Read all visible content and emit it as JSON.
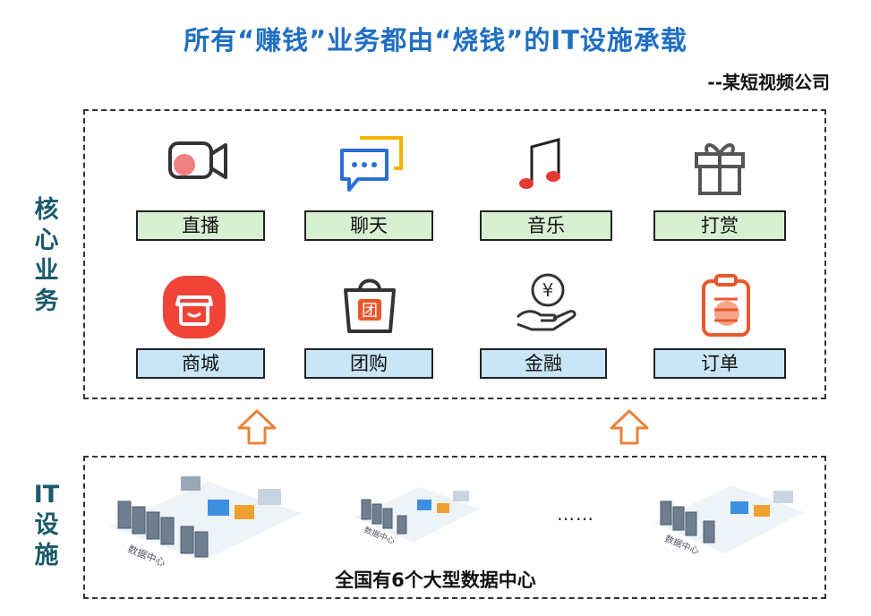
{
  "title": "所有“赚钱”业务都由“烧钱”的IT设施承载",
  "source": "--某短视频公司",
  "core_label": [
    "核",
    "心",
    "业",
    "务"
  ],
  "it_label": [
    "IT",
    "设",
    "施"
  ],
  "services_row1": [
    {
      "label": "直播",
      "icon": "video-camera-icon"
    },
    {
      "label": "聊天",
      "icon": "chat-bubbles-icon"
    },
    {
      "label": "音乐",
      "icon": "music-note-icon"
    },
    {
      "label": "打赏",
      "icon": "gift-icon"
    }
  ],
  "services_row2": [
    {
      "label": "商城",
      "icon": "shop-icon"
    },
    {
      "label": "团购",
      "icon": "shopping-bag-icon"
    },
    {
      "label": "金融",
      "icon": "yuan-coin-hand-icon"
    },
    {
      "label": "订单",
      "icon": "clipboard-icon"
    }
  ],
  "datacenter": {
    "node_label": "数据中心",
    "ellipsis": "……",
    "caption": "全国有6个大型数据中心"
  },
  "colors": {
    "title": "#1f6fc2",
    "side_label": "#1a5a6b",
    "row1_fill": "#d7f0d2",
    "row2_fill": "#c9e6f6",
    "arrow": "#e8833a"
  }
}
